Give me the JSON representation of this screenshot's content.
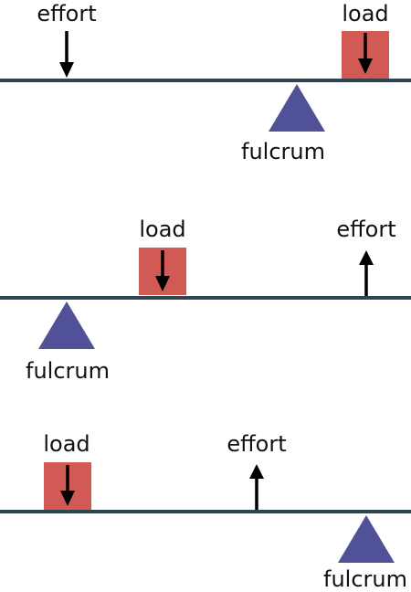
{
  "levers": [
    {
      "effort_label": "effort",
      "load_label": "load",
      "fulcrum_label": "fulcrum",
      "effort_direction": "down",
      "load_direction": "down"
    },
    {
      "effort_label": "effort",
      "load_label": "load",
      "fulcrum_label": "fulcrum",
      "effort_direction": "up",
      "load_direction": "down"
    },
    {
      "effort_label": "effort",
      "load_label": "load",
      "fulcrum_label": "fulcrum",
      "effort_direction": "up",
      "load_direction": "down"
    }
  ],
  "colors": {
    "beam": "#2f4650",
    "load_box": "#d15a55",
    "fulcrum": "#515198",
    "arrow": "#000000"
  }
}
